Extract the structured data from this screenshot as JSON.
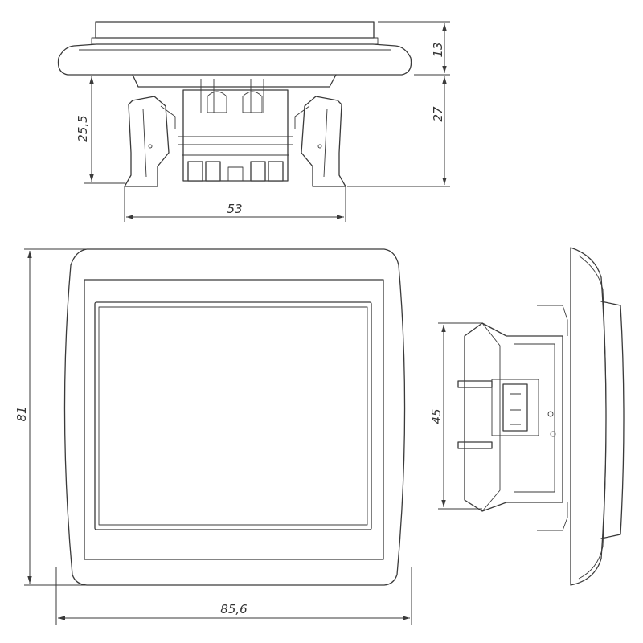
{
  "dimensions": {
    "top_view_cover_height": "13",
    "top_view_total_height": "27",
    "top_view_mechanism_depth": "25,5",
    "top_view_mechanism_width": "53",
    "front_view_height": "81",
    "front_view_width": "85,6",
    "side_view_mechanism_height": "45"
  }
}
